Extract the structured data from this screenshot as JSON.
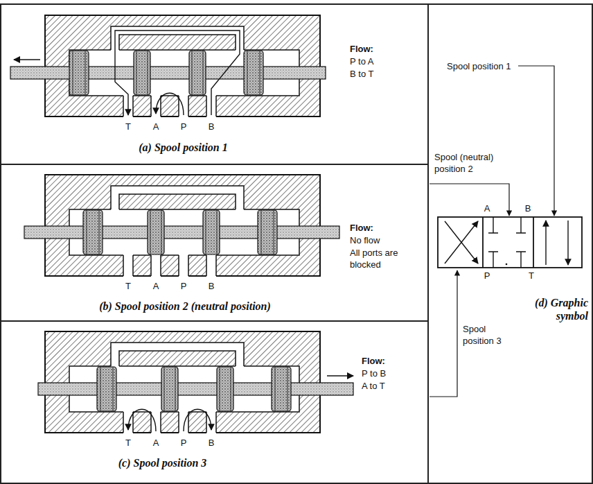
{
  "diagram": {
    "nodes": [
      {
        "text": [
          "(a) Spool position 1"
        ]
      },
      {
        "text": [
          "(b) Spool position 2 (neutral position)"
        ]
      },
      {
        "text": [
          "(c) Spool position 3"
        ]
      },
      {
        "text": [
          "(d) Graphic symbol"
        ]
      }
    ],
    "labels": [
      "Flow:",
      "P to A",
      "B to T",
      "T",
      "A",
      "P",
      "B",
      "Flow:",
      "No flow",
      "All ports are blocked",
      "T",
      "A",
      "P",
      "B",
      "Flow:",
      "P to B",
      "A to T",
      "T",
      "A",
      "P",
      "B",
      "Spool position 1",
      "Spool (neutral) position 2",
      "A",
      "B",
      "P",
      "T",
      "Spool position 3"
    ]
  }
}
